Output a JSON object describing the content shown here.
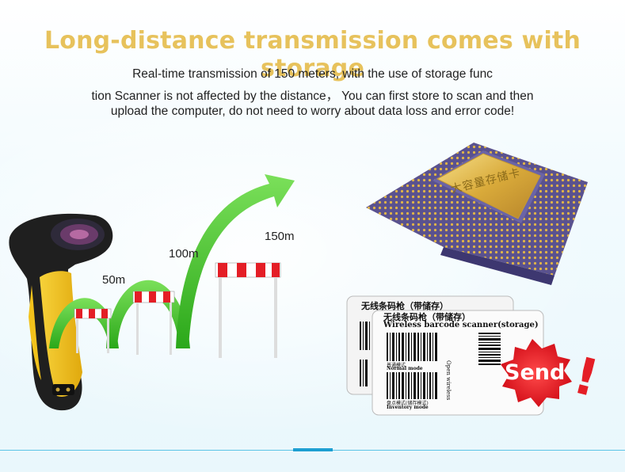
{
  "title": "Long-distance transmission comes with storage",
  "description": {
    "line1": "Real-time transmission of 150 meters, with the use of storage func",
    "line2": "tion Scanner is not affected by the distance， You can first store to scan and then",
    "line3": "upload the computer, do not need to worry about data loss and error code!"
  },
  "distances": [
    "50m",
    "100m",
    "150m"
  ],
  "chip_label": "大容量存储卡",
  "card": {
    "title_cn": "无线条码枪（带储存）",
    "title_en": "Wireless barcode scanner(storage)",
    "normal_mode_cn": "普通模式",
    "normal_mode_en": "Normal mode",
    "inventory_mode_cn": "盘点模式(储存模式)",
    "inventory_mode_en": "Inventory mode",
    "open_wireless": "Open wireless"
  },
  "badge": {
    "text": "Send",
    "exclamation": "!"
  },
  "colors": {
    "title": "#e7c25c",
    "arrow": "#3fbf22",
    "send_badge": "#e41e26",
    "scanner_yellow": "#f2c21b",
    "chip_gold": "#d6a83b",
    "chip_purple": "#56518f"
  }
}
